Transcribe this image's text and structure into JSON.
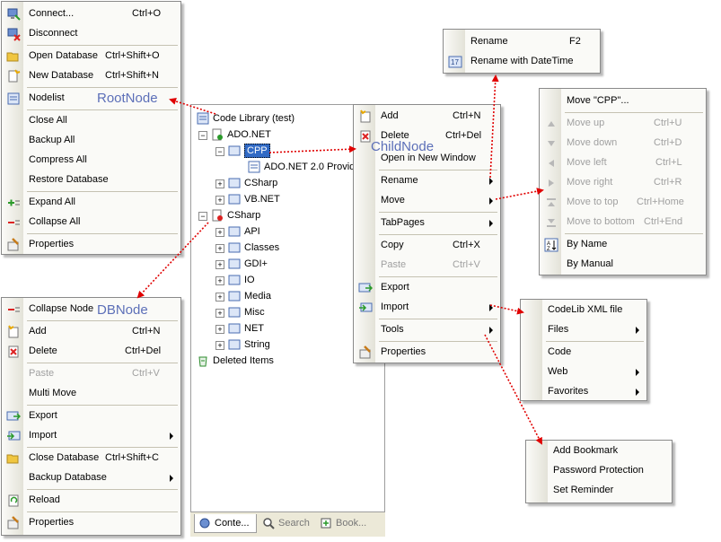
{
  "root_menu": {
    "items": [
      {
        "label": "Connect...",
        "shortcut": "Ctrl+O"
      },
      {
        "label": "Disconnect",
        "shortcut": ""
      },
      {
        "label": "Open Database",
        "shortcut": "Ctrl+Shift+O"
      },
      {
        "label": "New Database",
        "shortcut": "Ctrl+Shift+N"
      },
      {
        "label": "Nodelist",
        "shortcut": ""
      },
      {
        "label": "Close All",
        "shortcut": ""
      },
      {
        "label": "Backup All",
        "shortcut": ""
      },
      {
        "label": "Compress All",
        "shortcut": ""
      },
      {
        "label": "Restore Database",
        "shortcut": ""
      },
      {
        "label": "Expand All",
        "shortcut": ""
      },
      {
        "label": "Collapse All",
        "shortcut": ""
      },
      {
        "label": "Properties",
        "shortcut": ""
      }
    ],
    "annotation": "RootNode"
  },
  "db_menu": {
    "items": [
      {
        "label": "Collapse Node",
        "shortcut": ""
      },
      {
        "label": "Add",
        "shortcut": "Ctrl+N"
      },
      {
        "label": "Delete",
        "shortcut": "Ctrl+Del"
      },
      {
        "label": "Paste",
        "shortcut": "Ctrl+V"
      },
      {
        "label": "Multi Move",
        "shortcut": ""
      },
      {
        "label": "Export",
        "shortcut": ""
      },
      {
        "label": "Import",
        "shortcut": ""
      },
      {
        "label": "Close Database",
        "shortcut": "Ctrl+Shift+C"
      },
      {
        "label": "Backup Database",
        "shortcut": ""
      },
      {
        "label": "Reload",
        "shortcut": ""
      },
      {
        "label": "Properties",
        "shortcut": ""
      }
    ],
    "annotation": "DBNode"
  },
  "tree": {
    "root": "Code Library (test)",
    "nodes": [
      "ADO.NET",
      "CPP",
      "ADO.NET 2.0 Provid",
      "CSharp",
      "VB.NET",
      "CSharp",
      "API",
      "Classes",
      "GDI+",
      "IO",
      "Media",
      "Misc",
      "NET",
      "String",
      "Deleted Items"
    ],
    "tabs": [
      "Conte...",
      "Search",
      "Book..."
    ]
  },
  "child_menu": {
    "items": [
      {
        "label": "Add",
        "shortcut": "Ctrl+N"
      },
      {
        "label": "Delete",
        "shortcut": "Ctrl+Del"
      },
      {
        "label": "Open in New Window",
        "shortcut": ""
      },
      {
        "label": "Rename",
        "shortcut": ""
      },
      {
        "label": "Move",
        "shortcut": ""
      },
      {
        "label": "TabPages",
        "shortcut": ""
      },
      {
        "label": "Copy",
        "shortcut": "Ctrl+X"
      },
      {
        "label": "Paste",
        "shortcut": "Ctrl+V"
      },
      {
        "label": "Export",
        "shortcut": ""
      },
      {
        "label": "Import",
        "shortcut": ""
      },
      {
        "label": "Tools",
        "shortcut": ""
      },
      {
        "label": "Properties",
        "shortcut": ""
      }
    ],
    "annotation": "ChildNode"
  },
  "rename_menu": {
    "items": [
      {
        "label": "Rename",
        "shortcut": "F2"
      },
      {
        "label": "Rename with DateTime",
        "shortcut": ""
      }
    ]
  },
  "move_menu": {
    "items": [
      {
        "label": "Move \"CPP\"...",
        "shortcut": ""
      },
      {
        "label": "Move up",
        "shortcut": "Ctrl+U"
      },
      {
        "label": "Move down",
        "shortcut": "Ctrl+D"
      },
      {
        "label": "Move left",
        "shortcut": "Ctrl+L"
      },
      {
        "label": "Move right",
        "shortcut": "Ctrl+R"
      },
      {
        "label": "Move to top",
        "shortcut": "Ctrl+Home"
      },
      {
        "label": "Move to bottom",
        "shortcut": "Ctrl+End"
      },
      {
        "label": "By Name",
        "shortcut": ""
      },
      {
        "label": "By Manual",
        "shortcut": ""
      }
    ]
  },
  "import_menu": {
    "items": [
      {
        "label": "CodeLib XML file"
      },
      {
        "label": "Files"
      },
      {
        "label": "Code"
      },
      {
        "label": "Web"
      },
      {
        "label": "Favorites"
      }
    ]
  },
  "tools_menu": {
    "items": [
      {
        "label": "Add Bookmark"
      },
      {
        "label": "Password Protection"
      },
      {
        "label": "Set Reminder"
      }
    ]
  },
  "colors": {
    "arrow": "#e00000",
    "annotation": "#5c6fb8",
    "selection": "#316ac5"
  }
}
